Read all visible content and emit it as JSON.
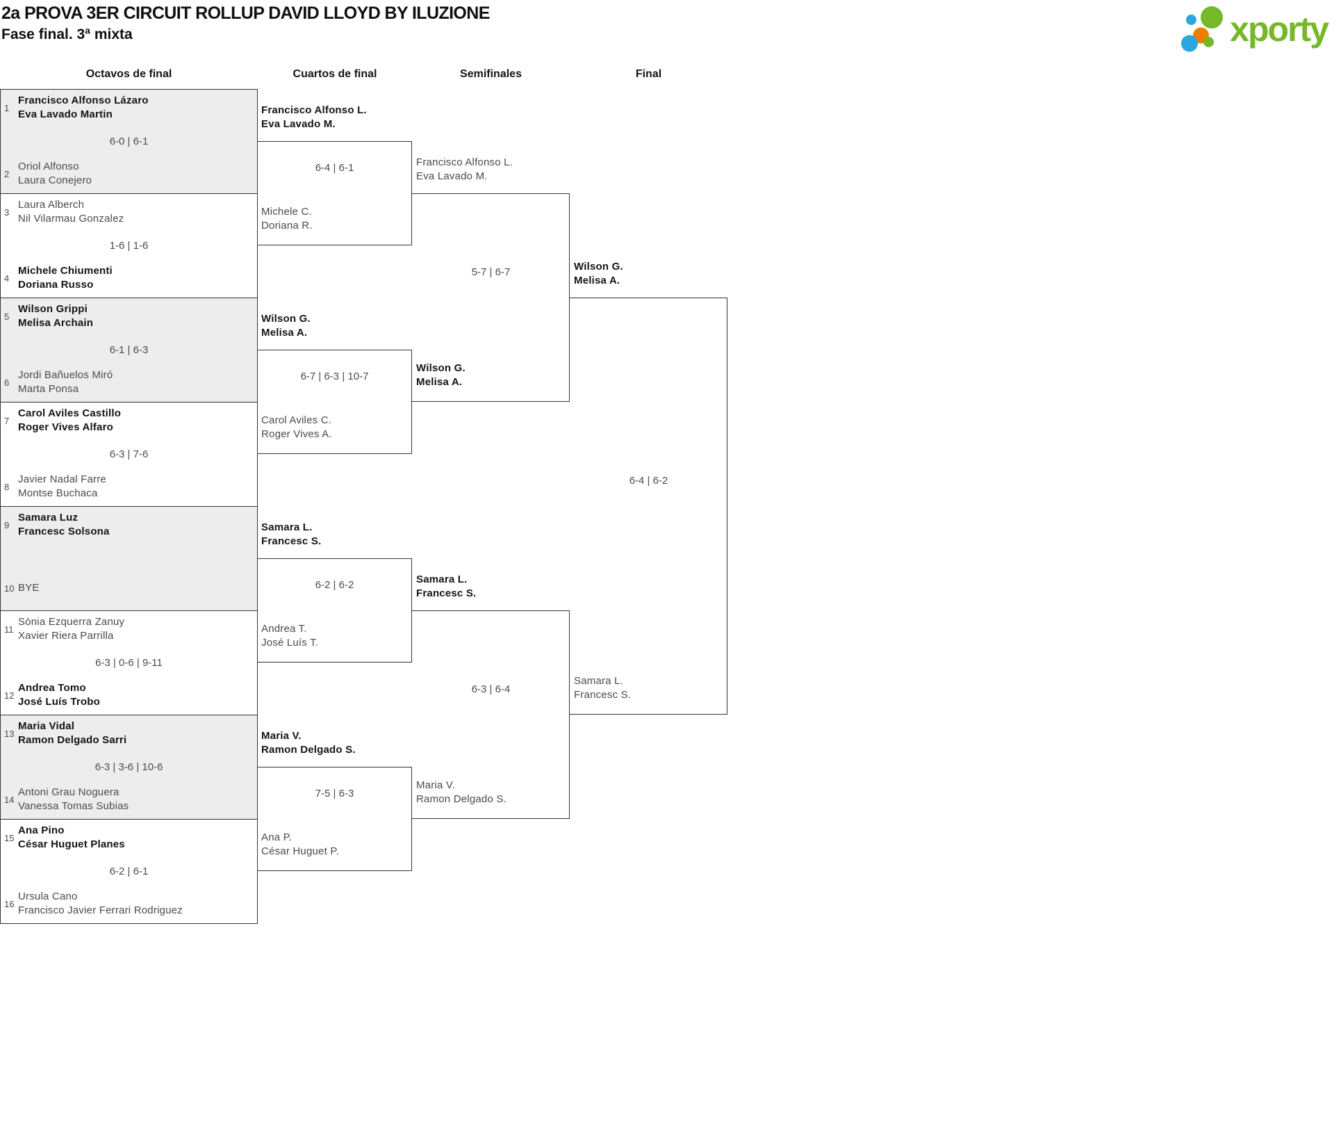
{
  "page": {
    "title": "2a PROVA 3ER CIRCUIT ROLLUP DAVID LLOYD BY ILUZIONE",
    "subtitle": "Fase final. 3ª mixta"
  },
  "logo": {
    "text": "xporty",
    "colors": {
      "green": "#76b82a",
      "blue": "#29a8e0",
      "orange": "#ef7d00"
    }
  },
  "columns": [
    "Octavos de final",
    "Cuartos de final",
    "Semifinales",
    "Final"
  ],
  "colors": {
    "shaded_box": "#ededed",
    "border": "#333333",
    "winner_text": "#141414",
    "loser_text": "#4a4a4a"
  },
  "octavos": [
    {
      "seed1": "1",
      "team1": [
        "Francisco Alfonso Lázaro",
        "Eva Lavado Martin"
      ],
      "t1_winner": true,
      "score": "6-0 | 6-1",
      "seed2": "2",
      "team2": [
        "Oriol Alfonso",
        "Laura Conejero"
      ],
      "t2_winner": false,
      "shaded": true
    },
    {
      "seed1": "3",
      "team1": [
        "Laura Alberch",
        "Nil Vilarmau Gonzalez"
      ],
      "t1_winner": false,
      "score": "1-6 | 1-6",
      "seed2": "4",
      "team2": [
        "Michele Chiumenti",
        "Doriana Russo"
      ],
      "t2_winner": true,
      "shaded": false
    },
    {
      "seed1": "5",
      "team1": [
        "Wilson Grippi",
        "Melisa Archain"
      ],
      "t1_winner": true,
      "score": "6-1 | 6-3",
      "seed2": "6",
      "team2": [
        "Jordi Bañuelos Miró",
        "Marta Ponsa"
      ],
      "t2_winner": false,
      "shaded": true
    },
    {
      "seed1": "7",
      "team1": [
        "Carol Aviles Castillo",
        "Roger Vives Alfaro"
      ],
      "t1_winner": true,
      "score": "6-3 | 7-6",
      "seed2": "8",
      "team2": [
        "Javier Nadal Farre",
        "Montse Buchaca"
      ],
      "t2_winner": false,
      "shaded": false
    },
    {
      "seed1": "9",
      "team1": [
        "Samara Luz",
        "Francesc Solsona"
      ],
      "t1_winner": true,
      "score": "",
      "seed2": "10",
      "team2": [
        "BYE"
      ],
      "t2_winner": false,
      "shaded": true
    },
    {
      "seed1": "11",
      "team1": [
        "Sònia Ezquerra Zanuy",
        "Xavier Riera Parrilla"
      ],
      "t1_winner": false,
      "score": "6-3 | 0-6 | 9-11",
      "seed2": "12",
      "team2": [
        "Andrea Tomo",
        "José Luís Trobo"
      ],
      "t2_winner": true,
      "shaded": false
    },
    {
      "seed1": "13",
      "team1": [
        "Maria Vidal",
        "Ramon Delgado Sarri"
      ],
      "t1_winner": true,
      "score": "6-3 | 3-6 | 10-6",
      "seed2": "14",
      "team2": [
        "Antoni Grau Noguera",
        "Vanessa Tomas Subias"
      ],
      "t2_winner": false,
      "shaded": true
    },
    {
      "seed1": "15",
      "team1": [
        "Ana Pino",
        "César Huguet Planes"
      ],
      "t1_winner": true,
      "score": "6-2 | 6-1",
      "seed2": "16",
      "team2": [
        "Ursula Cano",
        "Francisco Javier Ferrari Rodriguez"
      ],
      "t2_winner": false,
      "shaded": false
    }
  ],
  "cuartos": [
    {
      "team1": [
        "Francisco Alfonso L.",
        "Eva Lavado M."
      ],
      "t1_winner": true,
      "score": "6-4 | 6-1",
      "team2": [
        "Michele C.",
        "Doriana R."
      ],
      "t2_winner": false
    },
    {
      "team1": [
        "Wilson G.",
        "Melisa A."
      ],
      "t1_winner": true,
      "score": "6-7 | 6-3 | 10-7",
      "team2": [
        "Carol Aviles C.",
        "Roger Vives A."
      ],
      "t2_winner": false
    },
    {
      "team1": [
        "Samara L.",
        "Francesc S."
      ],
      "t1_winner": true,
      "score": "6-2 | 6-2",
      "team2": [
        "Andrea T.",
        "José Luís T."
      ],
      "t2_winner": false
    },
    {
      "team1": [
        "Maria V.",
        "Ramon Delgado S."
      ],
      "t1_winner": true,
      "score": "7-5 | 6-3",
      "team2": [
        "Ana P.",
        "César Huguet P."
      ],
      "t2_winner": false
    }
  ],
  "semifinales": [
    {
      "team1": [
        "Francisco Alfonso L.",
        "Eva Lavado M."
      ],
      "t1_winner": false,
      "score": "5-7 | 6-7",
      "team2": [
        "Wilson G.",
        "Melisa A."
      ],
      "t2_winner": true
    },
    {
      "team1": [
        "Samara L.",
        "Francesc S."
      ],
      "t1_winner": true,
      "score": "6-3 | 6-4",
      "team2": [
        "Maria V.",
        "Ramon Delgado S."
      ],
      "t2_winner": false
    }
  ],
  "final": [
    {
      "team1": [
        "Wilson G.",
        "Melisa A."
      ],
      "t1_winner": true,
      "score": "6-4 | 6-2",
      "team2": [
        "Samara L.",
        "Francesc S."
      ],
      "t2_winner": false
    }
  ]
}
